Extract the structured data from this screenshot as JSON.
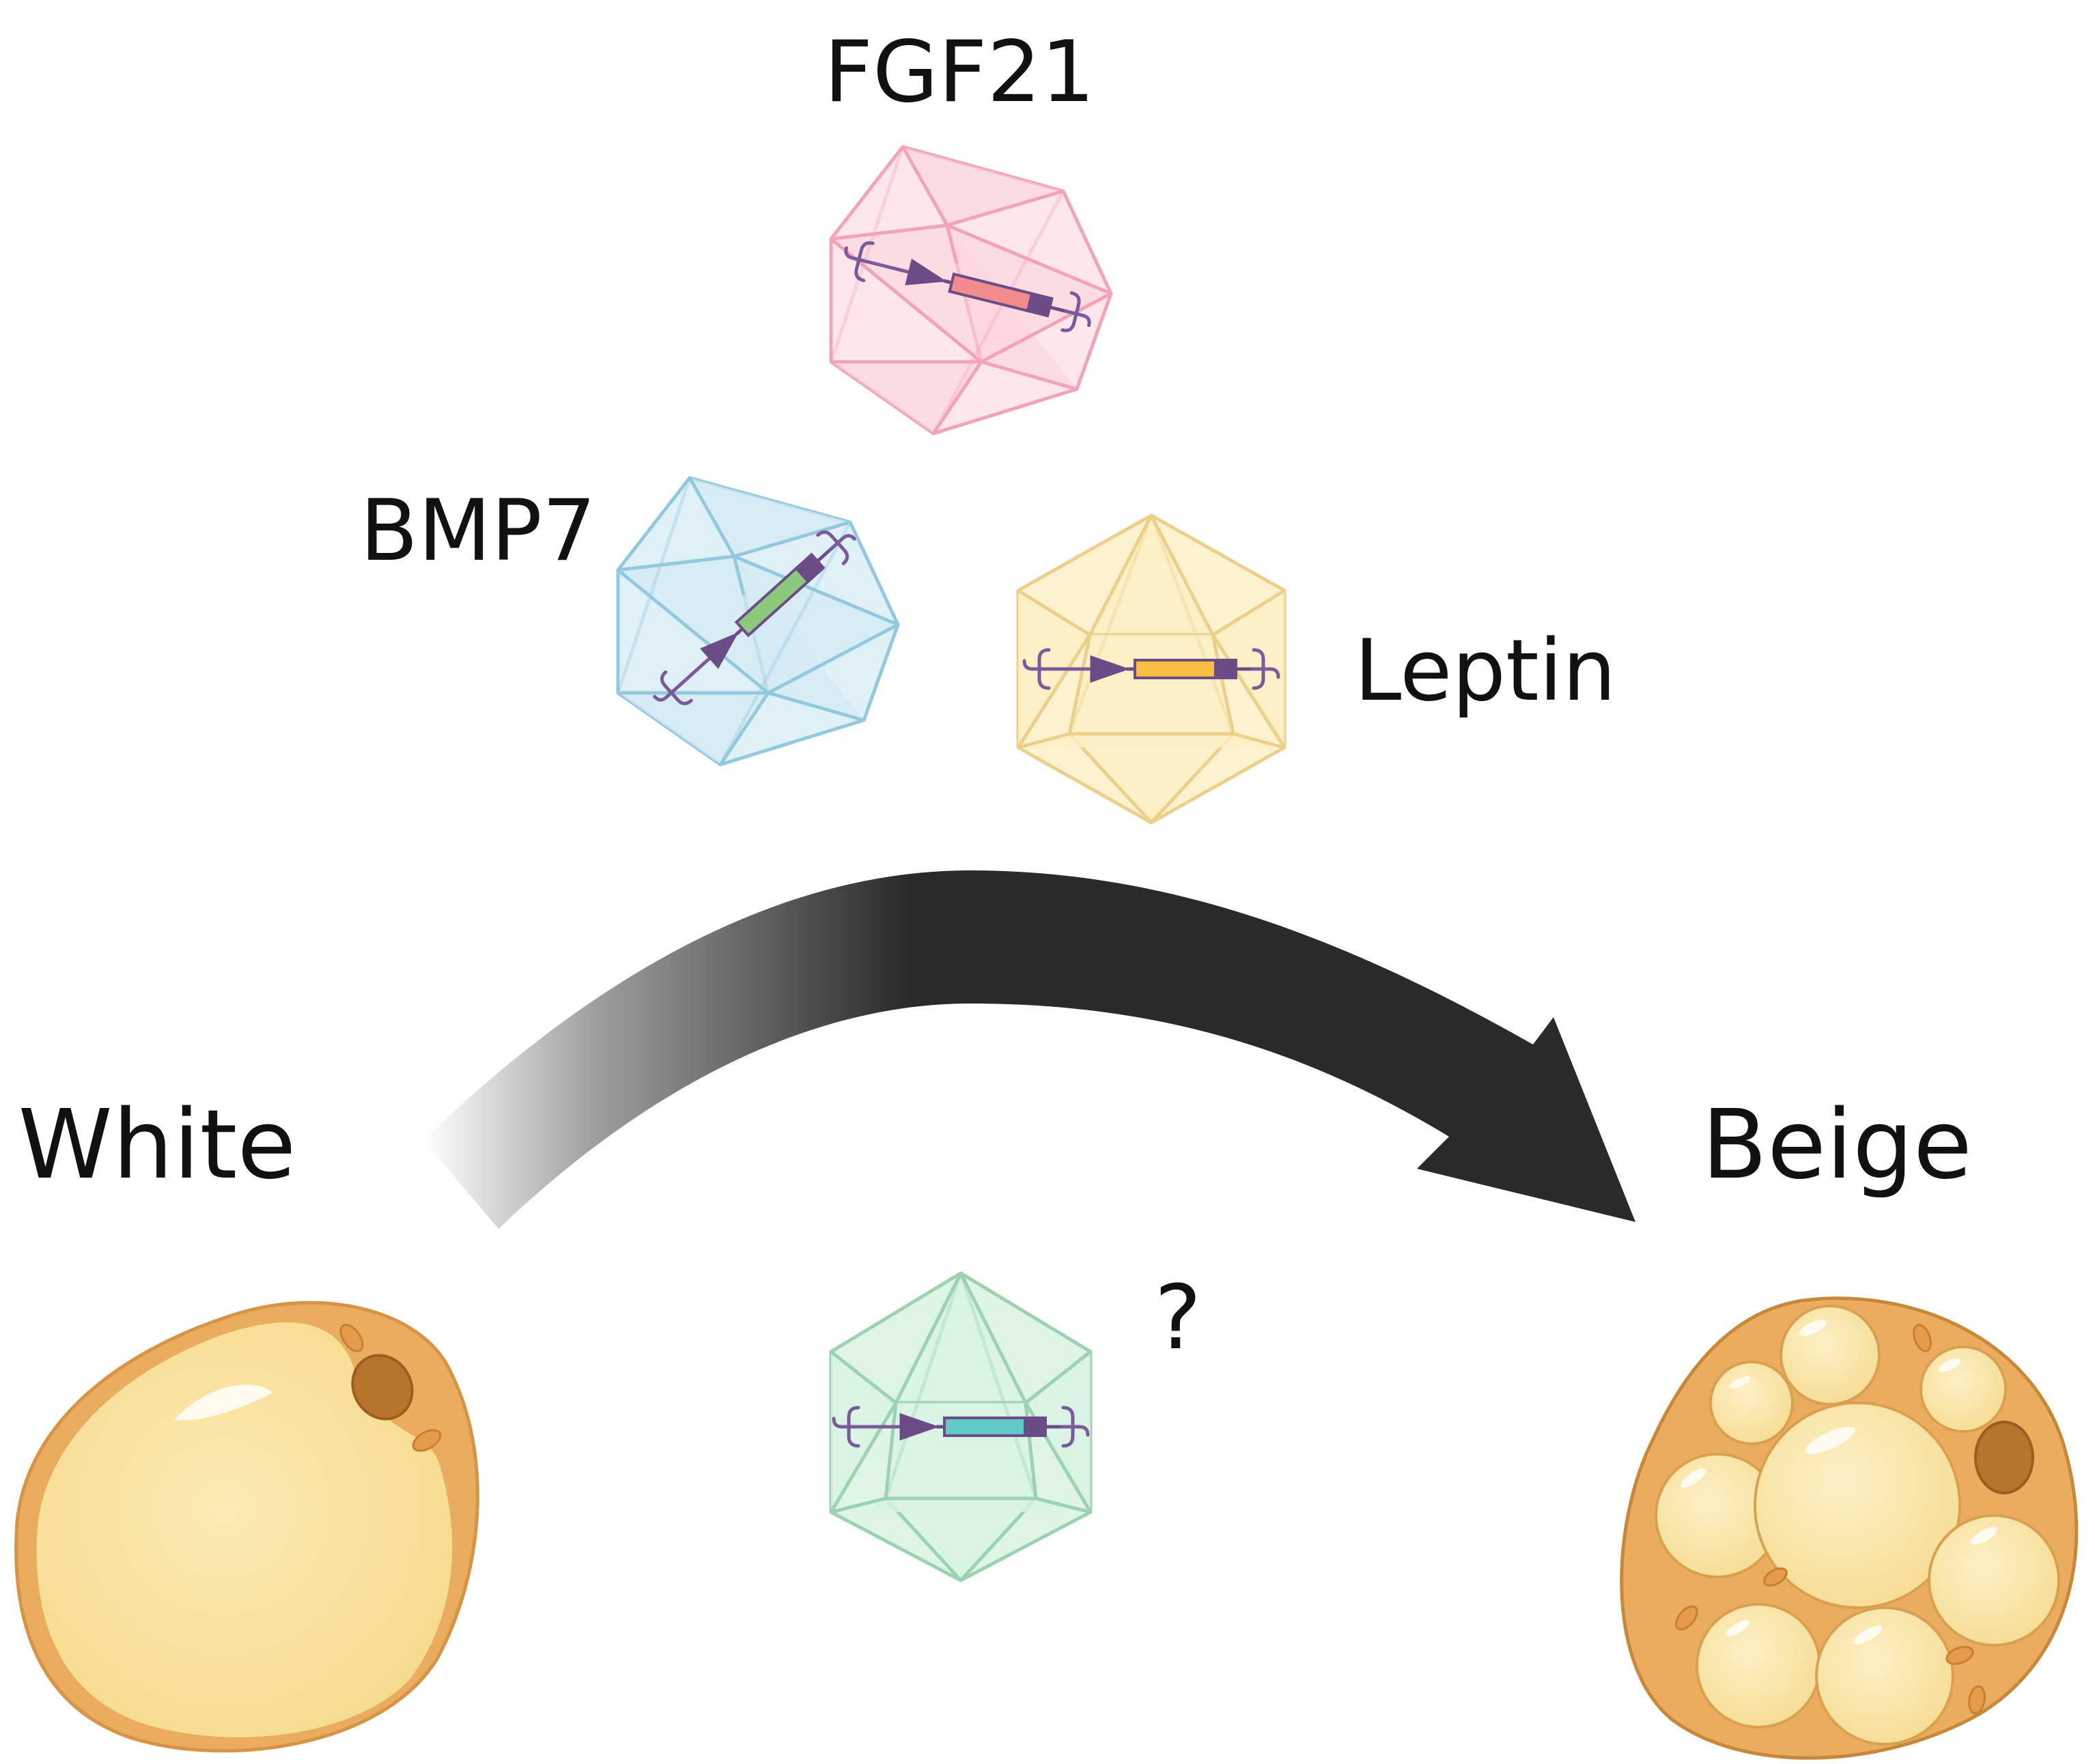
{
  "labels": {
    "fgf21": "FGF21",
    "bmp7": "BMP7",
    "leptin": "Leptin",
    "white": "White",
    "beige": "Beige",
    "unknown": "?"
  },
  "colors": {
    "fgf21_capsid": "#f7b6c6",
    "fgf21_stroke": "#f08aa5",
    "fgf21_gene": "#f28c8c",
    "bmp7_capsid": "#bfe0ee",
    "bmp7_stroke": "#8cc6dd",
    "bmp7_gene": "#8cc97a",
    "leptin_capsid": "#fbe7a8",
    "leptin_stroke": "#f0cf74",
    "leptin_gene": "#f9bf45",
    "unknown_capsid": "#cbeedb",
    "unknown_stroke": "#8fcfa7",
    "unknown_gene": "#5fcac7",
    "promoter": "#6b4c86",
    "itr": "#7b5a9c",
    "arrow": "#2a2a2a",
    "fat_cell_fill": "#f9e3a7",
    "fat_cell_border": "#e7a85a",
    "nucleus": "#b8732c",
    "cytoplasm": "#eaac5f"
  }
}
